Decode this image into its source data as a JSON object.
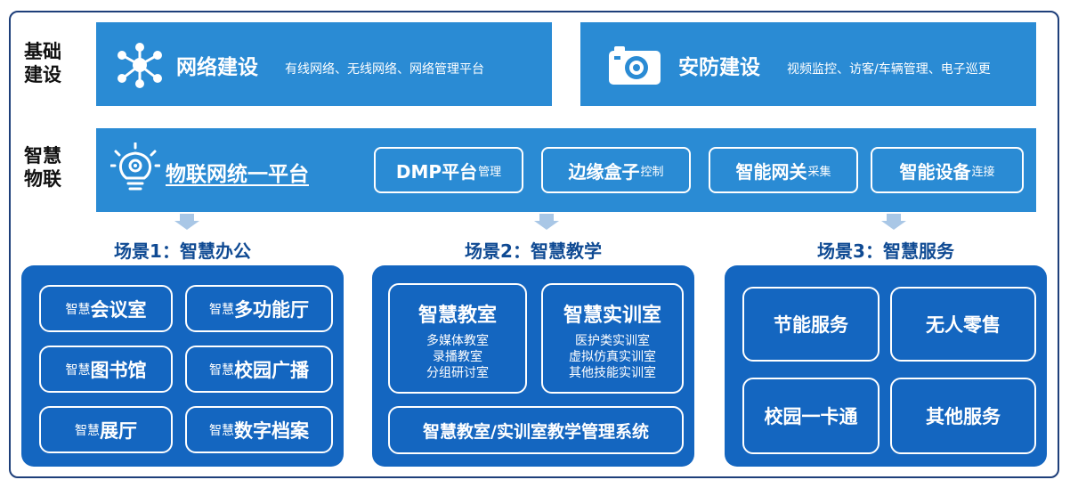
{
  "rows": {
    "infrastructure_label_1": "基础",
    "infrastructure_label_2": "建设",
    "iot_label_1": "智慧",
    "iot_label_2": "物联"
  },
  "infrastructure": {
    "network": {
      "title": "网络建设",
      "desc": "有线网络、无线网络、网络管理平台",
      "icon": "network-nodes-icon"
    },
    "security": {
      "title": "安防建设",
      "desc": "视频监控、访客/车辆管理、电子巡更",
      "icon": "camera-icon"
    }
  },
  "iot": {
    "platform_title": "物联网统一平台",
    "platform_icon": "lightbulb-gear-icon",
    "modules": [
      {
        "bold": "DMP平台",
        "small": "管理"
      },
      {
        "bold": "边缘盒子",
        "small": "控制"
      },
      {
        "bold": "智能网关",
        "small": "采集"
      },
      {
        "bold": "智能设备",
        "small": "连接"
      }
    ]
  },
  "scenes": {
    "office": {
      "title": "场景1：智慧办公",
      "items": [
        {
          "pre": "智慧",
          "main": "会议室"
        },
        {
          "pre": "智慧",
          "main": "多功能厅"
        },
        {
          "pre": "智慧",
          "main": "图书馆"
        },
        {
          "pre": "智慧",
          "main": "校园广播"
        },
        {
          "pre": "智慧",
          "main": "展厅"
        },
        {
          "pre": "智慧",
          "main": "数字档案"
        }
      ]
    },
    "teaching": {
      "title": "场景2：智慧教学",
      "classroom": {
        "title": "智慧教室",
        "lines": [
          "多媒体教室",
          "录播教室",
          "分组研讨室"
        ]
      },
      "lab": {
        "title": "智慧实训室",
        "lines": [
          "医护类实训室",
          "虚拟仿真实训室",
          "其他技能实训室"
        ]
      },
      "system": "智慧教室/实训室教学管理系统"
    },
    "service": {
      "title": "场景3：智慧服务",
      "items": [
        "节能服务",
        "无人零售",
        "校园一卡通",
        "其他服务"
      ]
    }
  },
  "colors": {
    "box_blue": "#2a8bd4",
    "panel_blue": "#1466c0",
    "title_blue": "#0f4a93",
    "frame": "#1e3f7a"
  }
}
